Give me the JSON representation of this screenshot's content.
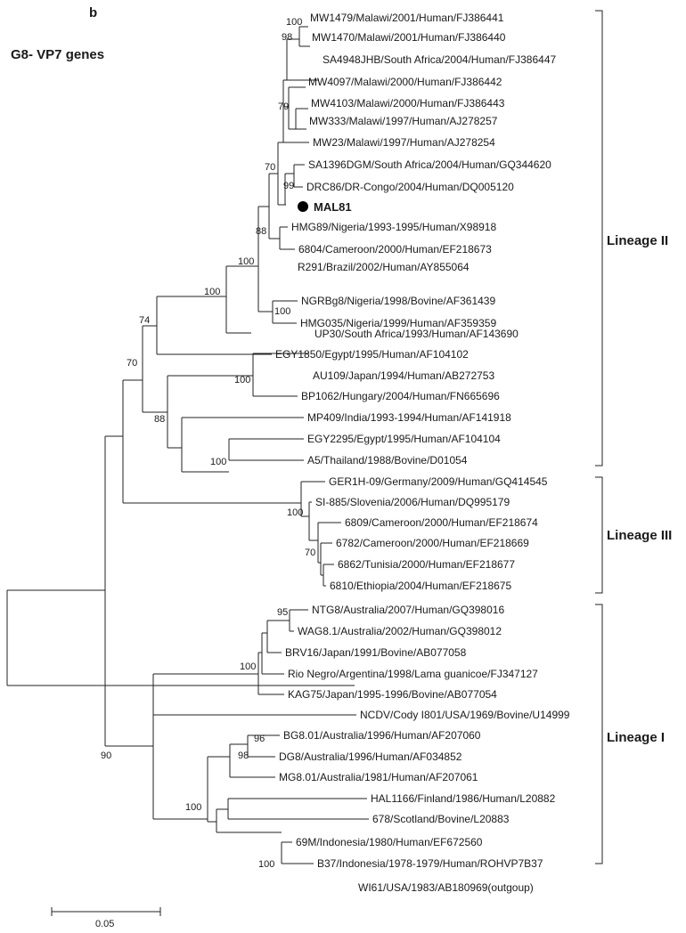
{
  "panel_label": "b",
  "title": "G8- VP7 genes",
  "scale_bar_label": "0.05",
  "marker_label": "MAL81",
  "lineages": [
    "Lineage II",
    "Lineage III",
    "Lineage I"
  ],
  "leaves": [
    "MW1479/Malawi/2001/Human/FJ386441",
    "MW1470/Malawi/2001/Human/FJ386440",
    "SA4948JHB/South Africa/2004/Human/FJ386447",
    "MW4097/Malawi/2000/Human/FJ386442",
    "MW4103/Malawi/2000/Human/FJ386443",
    "MW333/Malawi/1997/Human/AJ278257",
    "MW23/Malawi/1997/Human/AJ278254",
    "SA1396DGM/South Africa/2004/Human/GQ344620",
    "DRC86/DR-Congo/2004/Human/DQ005120",
    "MAL81",
    "HMG89/Nigeria/1993-1995/Human/X98918",
    "6804/Cameroon/2000/Human/EF218673",
    "R291/Brazil/2002/Human/AY855064",
    "NGRBg8/Nigeria/1998/Bovine/AF361439",
    "HMG035/Nigeria/1999/Human/AF359359",
    "UP30/South Africa/1993/Human/AF143690",
    "EGY1850/Egypt/1995/Human/AF104102",
    "AU109/Japan/1994/Human/AB272753",
    "BP1062/Hungary/2004/Human/FN665696",
    "MP409/India/1993-1994/Human/AF141918",
    "EGY2295/Egypt/1995/Human/AF104104",
    "A5/Thailand/1988/Bovine/D01054",
    "GER1H-09/Germany/2009/Human/GQ414545",
    "SI-885/Slovenia/2006/Human/DQ995179",
    "6809/Cameroon/2000/Human/EF218674",
    "6782/Cameroon/2000/Human/EF218669",
    "6862/Tunisia/2000/Human/EF218677",
    "6810/Ethiopia/2004/Human/EF218675",
    "NTG8/Australia/2007/Human/GQ398016",
    "WAG8.1/Australia/2002/Human/GQ398012",
    "BRV16/Japan/1991/Bovine/AB077058",
    "Rio Negro/Argentina/1998/Lama guanicoe/FJ347127",
    "KAG75/Japan/1995-1996/Bovine/AB077054",
    "NCDV/Cody I801/USA/1969/Bovine/U14999",
    "BG8.01/Australia/1996/Human/AF207060",
    "DG8/Australia/1996/Human/AF034852",
    "MG8.01/Australia/1981/Human/AF207061",
    "HAL1166/Finland/1986/Human/L20882",
    "678/Scotland/Bovine/L20883",
    "69M/Indonesia/1980/Human/EF672560",
    "B37/Indonesia/1978-1979/Human/ROHVP7B37",
    "WI61/USA/1983/AB180969(outgoup)"
  ],
  "bootstrap_values": [
    "100",
    "98",
    "79",
    "70",
    "99",
    "88",
    "100",
    "100",
    "100",
    "74",
    "70",
    "100",
    "88",
    "100",
    "100",
    "70",
    "95",
    "100",
    "96",
    "98",
    "90",
    "100",
    "100"
  ]
}
